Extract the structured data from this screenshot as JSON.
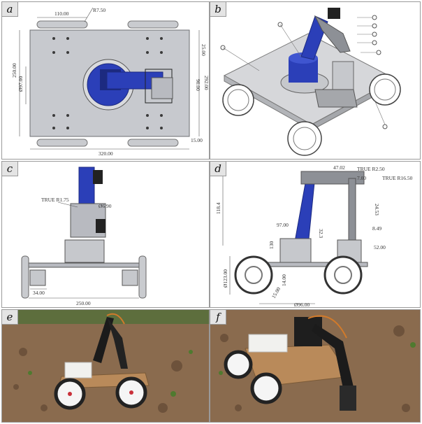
{
  "panels": [
    {
      "label": "a"
    },
    {
      "label": "b"
    },
    {
      "label": "c"
    },
    {
      "label": "d"
    },
    {
      "label": "e"
    },
    {
      "label": "f"
    }
  ],
  "dims_a": {
    "top_width": "110.00",
    "radius": "R7.50",
    "height": "250.00",
    "right_top": "25.00",
    "dia": "Ø97.00",
    "right_mid": "90.00",
    "right_total": "292.00",
    "bottom": "320.00",
    "bottom_right": "15.00"
  },
  "dims_c": {
    "true_radius": "TRUE R1.75",
    "dia": "Ø6.90",
    "small": "34.00",
    "width": "250.00"
  },
  "dims_d": {
    "top1": "47.02",
    "top2": "TRUE R2.50",
    "top3": "7.00",
    "top4": "TRUE R16.50",
    "left_top": "118.4",
    "mid1": "97.00",
    "mid2": "130",
    "mid3": "8.49",
    "mid4": "52.00",
    "left_bottom": "Ø123.00",
    "w1": "14.00",
    "w2": "Ø96.00",
    "w3": "15.00",
    "small2": "24.53",
    "small3": "32.3"
  },
  "colors": {
    "blue": "#2b3fb8",
    "dark_blue": "#1c2a80",
    "metal": "#c6c8cc",
    "metal_dark": "#8d9096",
    "wheel": "#6b6e73",
    "plate": "#d4d5d8",
    "soil": "#8a6b4e",
    "box": "#f1f1ee"
  }
}
